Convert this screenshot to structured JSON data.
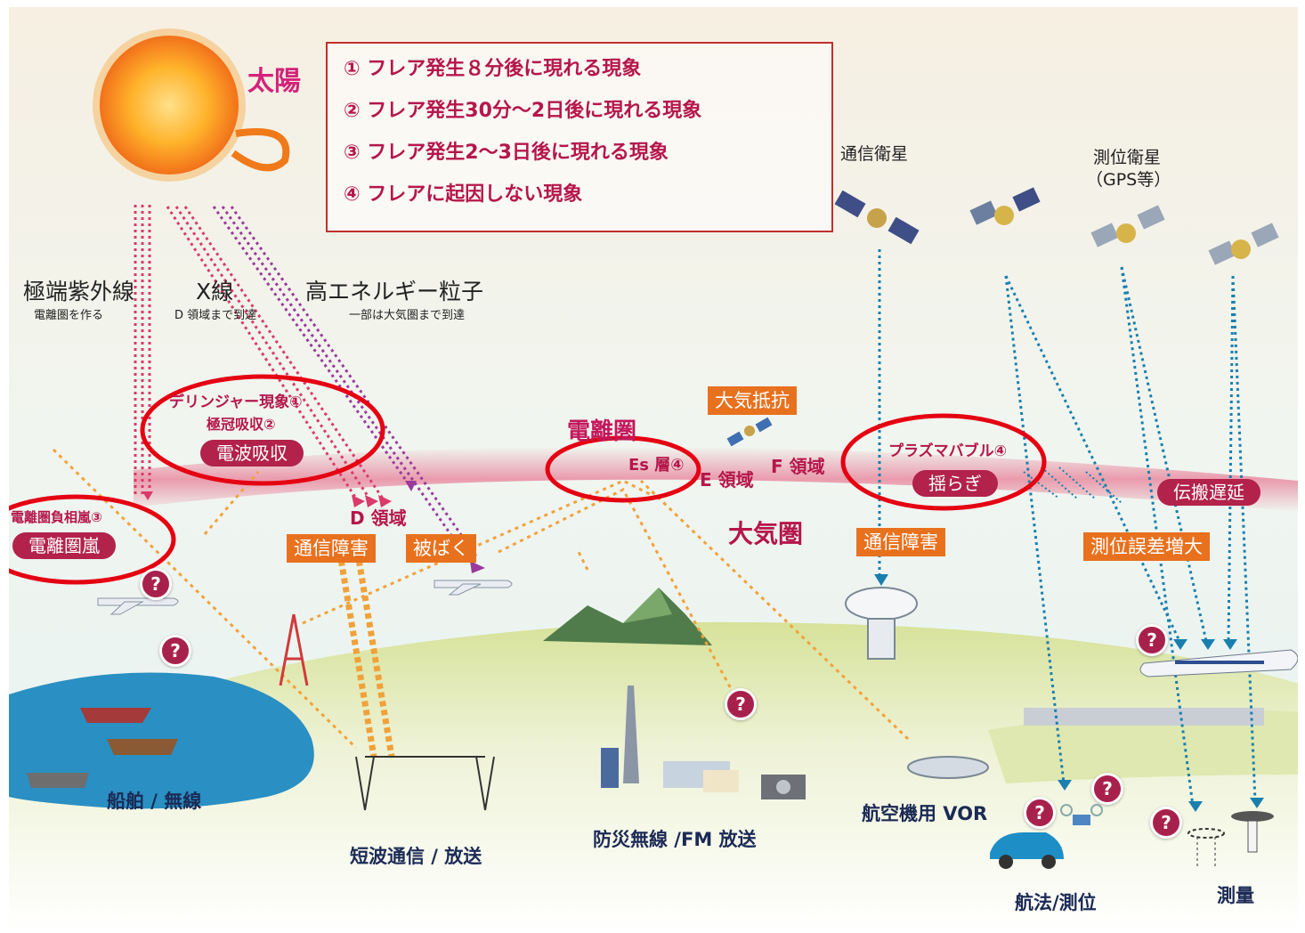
{
  "sun_label": "太陽",
  "legend": [
    "① フレア発生８分後に現れる現象",
    "② フレア発生30分～2日後に現れる現象",
    "③ フレア発生2～3日後に現れる現象",
    "④ フレアに起因しない現象"
  ],
  "radiation": {
    "euv": {
      "title": "極端紫外線",
      "sub": "電離圏を作る"
    },
    "xray": {
      "title": "X線",
      "sub": "D 領域まで到達"
    },
    "particles": {
      "title": "高エネルギー粒子",
      "sub": "一部は大気圏まで到達"
    }
  },
  "phenomena": {
    "dellinger": "デリンジャー現象①",
    "polar_cap": "極冠吸収②",
    "radio_absorption": "電波吸収",
    "storm_negative": "電離圏負相嵐③",
    "storm": "電離圏嵐",
    "es_layer": "Es 層④",
    "plasma_bubble": "プラズマバブル④",
    "scintillation": "揺らぎ",
    "propagation_delay": "伝搬遅延"
  },
  "layers": {
    "ionosphere": "電離圏",
    "atmosphere": "大気圏",
    "d_region": "D 領域",
    "e_region": "E 領域",
    "f_region": "F 領域"
  },
  "effects": {
    "comm_fault_1": "通信障害",
    "exposure": "被ばく",
    "drag": "大気抵抗",
    "comm_fault_2": "通信障害",
    "positioning_error": "測位誤差増大"
  },
  "satellites": {
    "comm": "通信衛星",
    "gnss": "測位衛星",
    "gnss_note": "（GPS等）"
  },
  "systems": {
    "ship": "船舶 / 無線",
    "shortwave": "短波通信 / 放送",
    "disaster_radio": "防災無線 /FM 放送",
    "vor": "航空機用 VOR",
    "navigation": "航法/測位",
    "survey": "測量"
  },
  "unknown_mark": "?",
  "colors": {
    "magenta": "#b5164c",
    "orange": "#e8711e",
    "dot_blue": "#1a7fae",
    "ion_band": "#e77d95",
    "sky": "#eaf5f4",
    "ground": "#c9d98a"
  }
}
